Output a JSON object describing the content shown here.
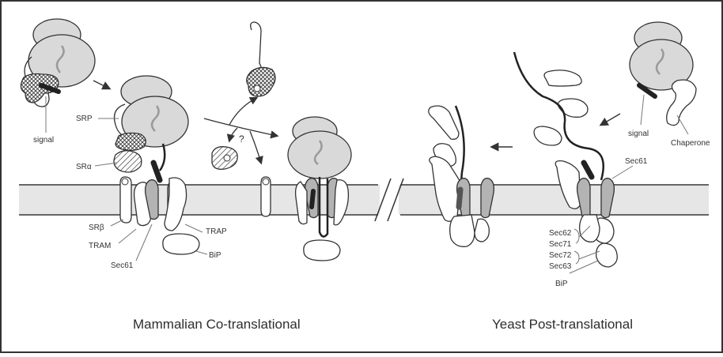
{
  "labels": {
    "signal_left": "signal",
    "srp": "SRP",
    "sr_alpha": "SRα",
    "sr_beta": "SRβ",
    "tram": "TRAM",
    "sec61_left": "Sec61",
    "trap": "TRAP",
    "bip_left": "BiP",
    "question": "?",
    "signal_right": "signal",
    "chaperone": "Chaperone",
    "sec61_right": "Sec61",
    "sec62": "Sec62",
    "sec71": "Sec71",
    "sec72": "Sec72",
    "sec63": "Sec63",
    "bip_right": "BiP"
  },
  "captions": {
    "left": "Mammalian Co-translational",
    "right": "Yeast Post-translational"
  },
  "colors": {
    "ribosome": "#d9d9d9",
    "membrane": "#e6e6e6",
    "outline": "#3a3a3a",
    "translocon": "#b3b3b3",
    "chain": "#222222"
  }
}
